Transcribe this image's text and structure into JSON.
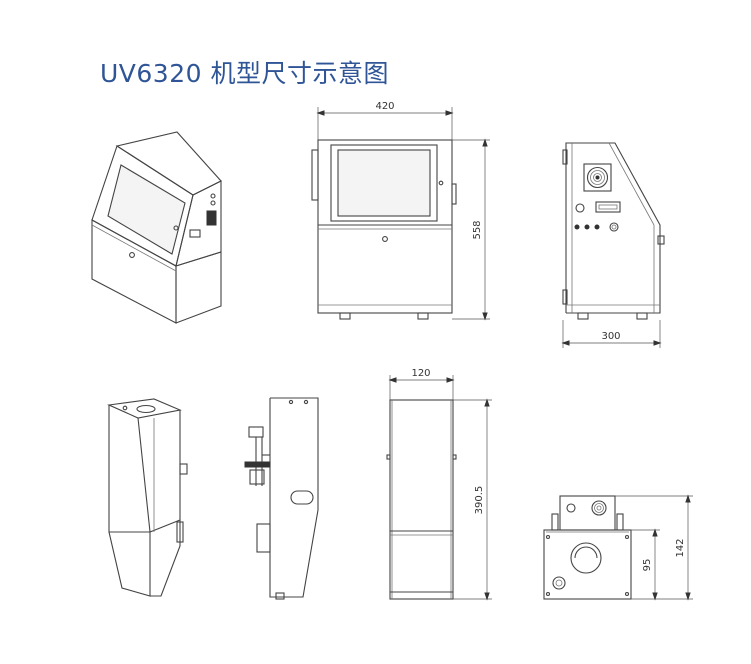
{
  "title": "UV6320 机型尺寸示意图",
  "dimensions": {
    "main_width": "420",
    "main_height": "558",
    "main_depth": "300",
    "head_width": "120",
    "head_length": "390.5",
    "head_face_inner": "95",
    "head_face_outer": "142"
  }
}
